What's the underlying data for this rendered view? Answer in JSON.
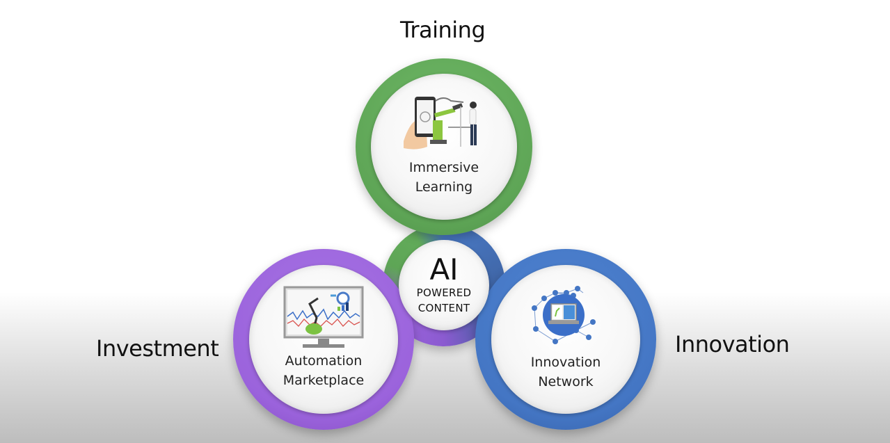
{
  "diagram": {
    "center": {
      "title": "AI",
      "line1": "POWERED",
      "line2": "CONTENT"
    },
    "nodes": [
      {
        "category": "Training",
        "label_line1": "Immersive",
        "label_line2": "Learning",
        "icon": "vr-robot-training-icon",
        "color": "#62ab5a"
      },
      {
        "category": "Investment",
        "label_line1": "Automation",
        "label_line2": "Marketplace",
        "icon": "robot-monitor-analytics-icon",
        "color": "#9b63dc"
      },
      {
        "category": "Innovation",
        "label_line1": "Innovation",
        "label_line2": "Network",
        "icon": "laptop-network-icon",
        "color": "#4476c4"
      }
    ]
  }
}
